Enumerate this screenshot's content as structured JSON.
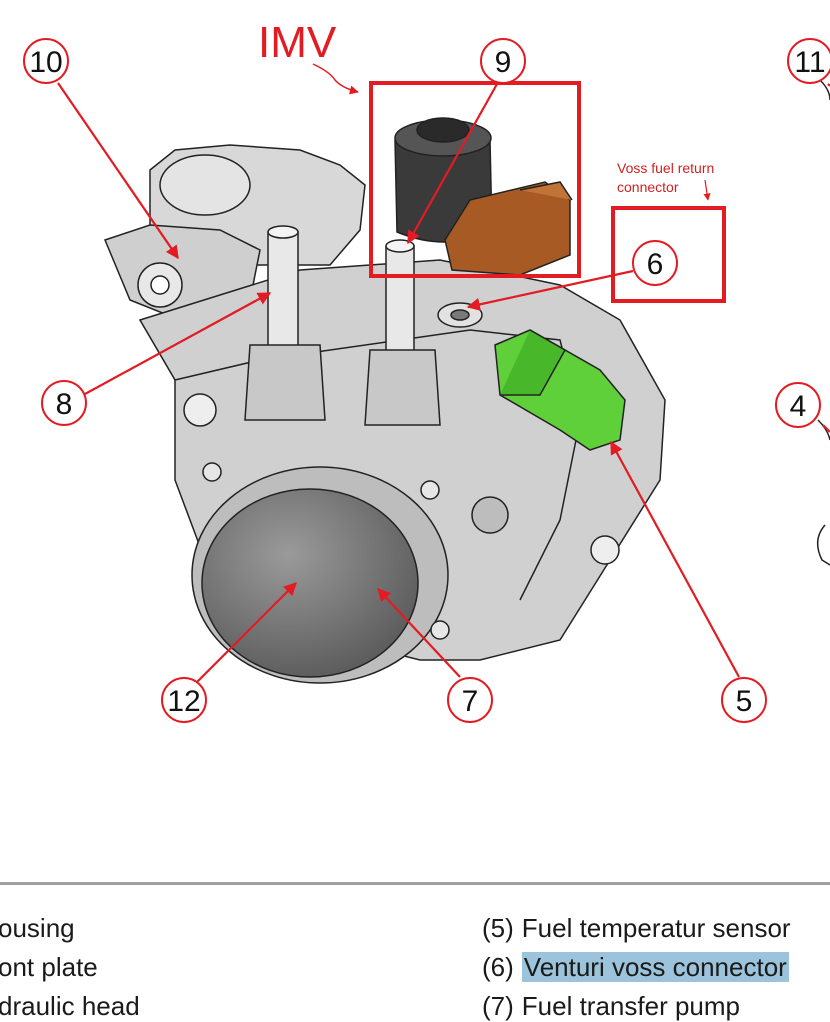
{
  "diagram": {
    "label_imv": "IMV",
    "annotation_voss": [
      "Voss fuel return",
      "connector"
    ],
    "callouts": [
      "10",
      "9",
      "11",
      "6",
      "8",
      "4",
      "12",
      "7",
      "5"
    ]
  },
  "legend": {
    "left": [
      "ousing",
      "ont plate",
      "draulic head"
    ],
    "right": [
      {
        "num": "(5)",
        "text": "Fuel temperatur sensor"
      },
      {
        "num": "(6)",
        "text": "Venturi voss connector",
        "highlighted": true
      },
      {
        "num": "(7)",
        "text": "Fuel transfer pump"
      }
    ]
  },
  "colors": {
    "arrow_red": "#e31b23",
    "highlight_box": "#e31b23",
    "connector_orange": "#a85a24",
    "sensor_green": "#5fcf3a",
    "selection_blue": "#9cc3dc"
  }
}
